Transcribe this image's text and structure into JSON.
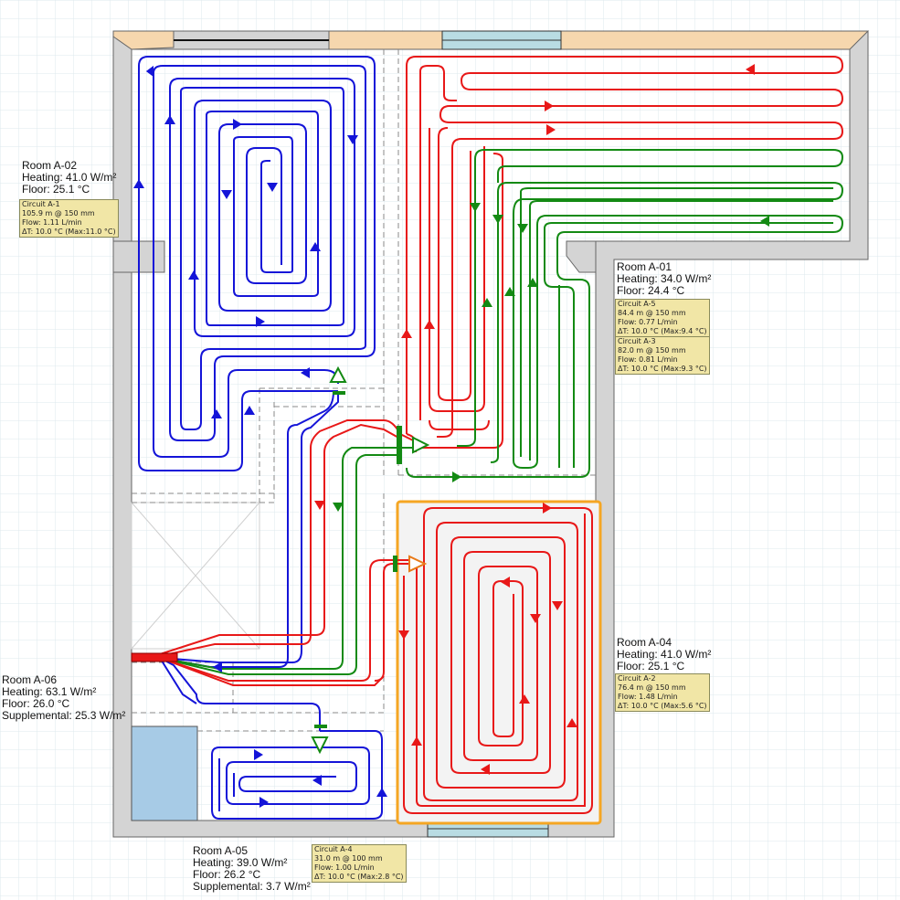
{
  "rooms": {
    "a02": {
      "name": "Room A-02",
      "heating": "Heating: 41.0 W/m²",
      "floor": "Floor: 25.1 °C"
    },
    "a01": {
      "name": "Room A-01",
      "heating": "Heating: 34.0 W/m²",
      "floor": "Floor: 24.4 °C"
    },
    "a04": {
      "name": "Room A-04",
      "heating": "Heating: 41.0 W/m²",
      "floor": "Floor: 25.1 °C"
    },
    "a06": {
      "name": "Room A-06",
      "heating": "Heating: 63.1 W/m²",
      "floor": "Floor: 26.0 °C",
      "supplemental": "Supplemental: 25.3 W/m²"
    },
    "a05": {
      "name": "Room A-05",
      "heating": "Heating: 39.0 W/m²",
      "floor": "Floor: 26.2 °C",
      "supplemental": "Supplemental: 3.7 W/m²"
    }
  },
  "circuits": {
    "a1": {
      "name": "Circuit A-1",
      "length": "105.9 m @ 150 mm",
      "flow": "Flow: 1.11 L/min",
      "dt": "ΔT: 10.0 °C (Max:11.0 °C)"
    },
    "a5": {
      "name": "Circuit A-5",
      "length": "84.4 m @ 150 mm",
      "flow": "Flow: 0.77 L/min",
      "dt": "ΔT: 10.0 °C (Max:9.4 °C)"
    },
    "a3": {
      "name": "Circuit A-3",
      "length": "82.0 m @ 150 mm",
      "flow": "Flow: 0.81 L/min",
      "dt": "ΔT: 10.0 °C (Max:9.3 °C)"
    },
    "a2": {
      "name": "Circuit A-2",
      "length": "76.4 m @ 150 mm",
      "flow": "Flow: 1.48 L/min",
      "dt": "ΔT: 10.0 °C (Max:5.6 °C)"
    },
    "a4": {
      "name": "Circuit A-4",
      "length": "31.0 m @ 100 mm",
      "flow": "Flow: 1.00 L/min",
      "dt": "ΔT: 10.0 °C (Max:2.8 °C)"
    }
  },
  "colors": {
    "supply": "#e81818",
    "return_blue": "#1414d8",
    "return_green": "#138a13",
    "wall": "#d4d4d4",
    "wall_edge": "#666666",
    "window": "#b9dce3",
    "wall_end": "#f6d7ae",
    "selection": "#f5a623",
    "grid": "#dde8ee",
    "label_bg": "#f1e6a6"
  },
  "icons": [
    "arrow-icon",
    "manifold-icon",
    "connector-icon"
  ]
}
